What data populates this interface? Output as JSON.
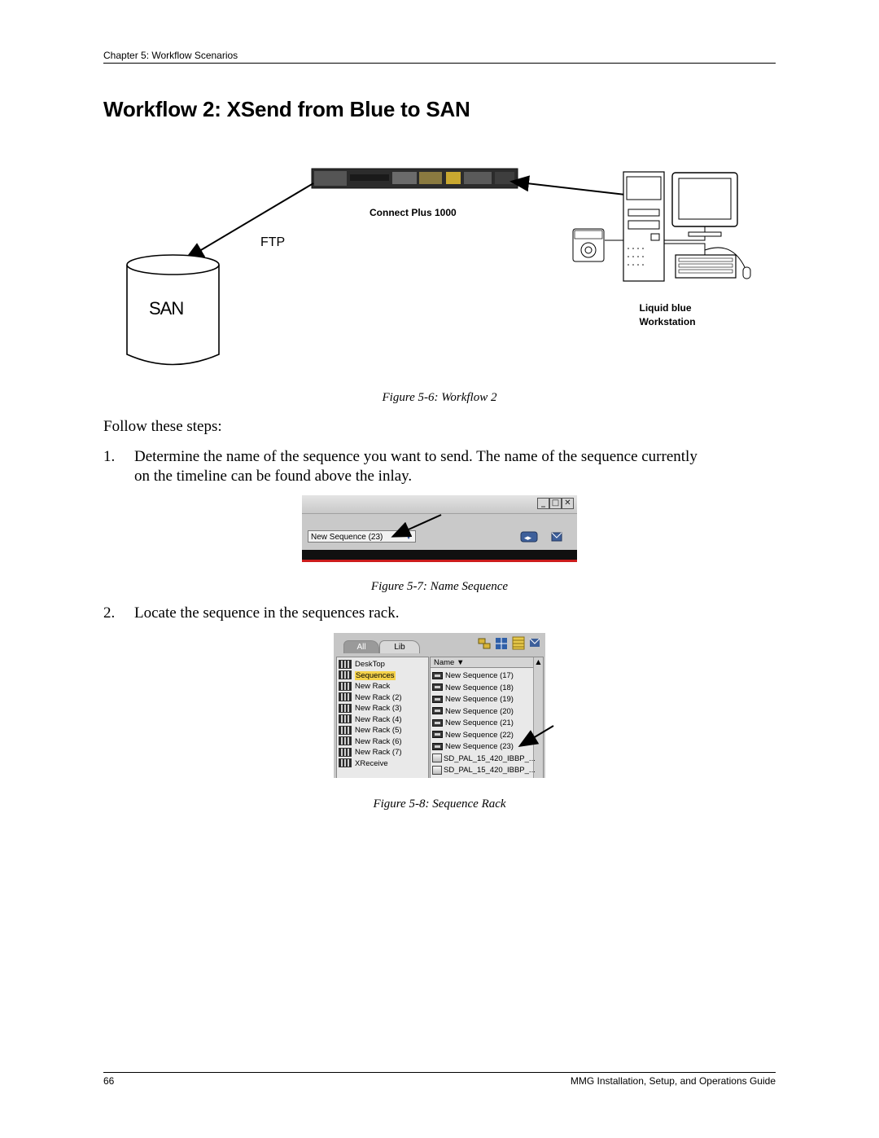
{
  "header": {
    "chapter": "Chapter 5: Workflow Scenarios"
  },
  "title": "Workflow 2: XSend from Blue to SAN",
  "figure6": {
    "device_label": "Connect Plus 1000",
    "ftp_label": "FTP",
    "san_label": "SAN",
    "workstation_line1": "Liquid blue",
    "workstation_line2": "Workstation",
    "caption": "Figure 5-6: Workflow 2"
  },
  "intro": "Follow these steps:",
  "steps": [
    {
      "num": "1.",
      "text_line1": "Determine the name of the sequence you want to send. The name of the sequence currently",
      "text_line2": "on the timeline can be found above the inlay."
    },
    {
      "num": "2.",
      "text": "Locate the sequence in the sequences rack."
    }
  ],
  "figure7": {
    "sequence_value": "New Sequence (23)",
    "caption": "Figure 5-7: Name Sequence"
  },
  "figure8": {
    "tabs": [
      "All",
      "Lib"
    ],
    "column_header": "Name",
    "racks": [
      "DeskTop",
      "Sequences",
      "New Rack",
      "New Rack (2)",
      "New Rack (3)",
      "New Rack (4)",
      "New Rack (5)",
      "New Rack (6)",
      "New Rack (7)",
      "XReceive"
    ],
    "selected_rack": "Sequences",
    "sequences": [
      "New Sequence (17)",
      "New Sequence (18)",
      "New Sequence (19)",
      "New Sequence (20)",
      "New Sequence (21)",
      "New Sequence (22)",
      "New Sequence (23)"
    ],
    "clips": [
      "SD_PAL_15_420_IBBP_...",
      "SD_PAL_15_420_IBBP_..."
    ],
    "caption": "Figure 5-8: Sequence Rack"
  },
  "footer": {
    "page_number": "66",
    "guide_title": "MMG Installation, Setup, and Operations Guide"
  },
  "colors": {
    "highlight": "#f5d24a",
    "timeline_red": "#cc1c1c"
  }
}
